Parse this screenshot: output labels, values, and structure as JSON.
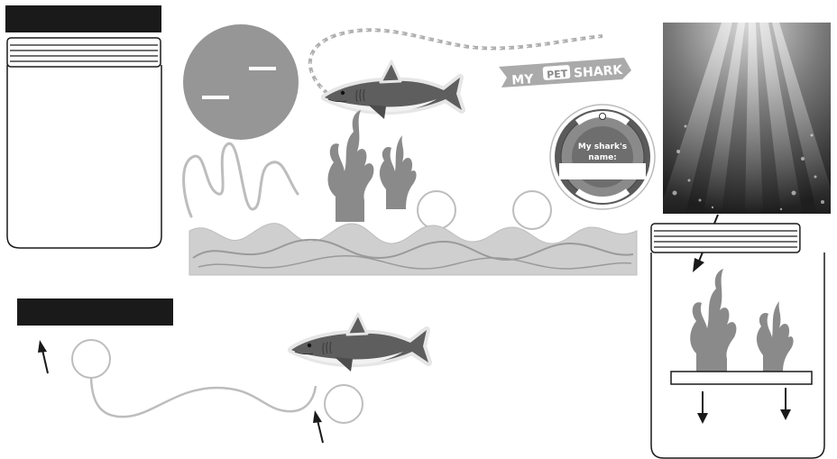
{
  "banner": {
    "text": "MY PET SHARK",
    "word_my": "MY",
    "word_pet": "PET",
    "word_shark": "SHARK"
  },
  "tag": {
    "line1": "My shark's",
    "line2": "name:"
  },
  "label_bars": [
    {
      "text": ""
    },
    {
      "text": ""
    }
  ],
  "palette": {
    "black": "#1a1a1a",
    "circle_gray": "#969696",
    "seaweed_gray": "#8a8a8a",
    "wave_fill": "#cfcfcf",
    "line_gray": "#bdbdbd",
    "shark_dark": "#555555"
  },
  "icons": {
    "shark": "shark-icon",
    "seaweed": "seaweed-icon",
    "lifebuoy": "lifebuoy-icon",
    "arrow": "arrow-icon",
    "jar": "jar-icon"
  }
}
